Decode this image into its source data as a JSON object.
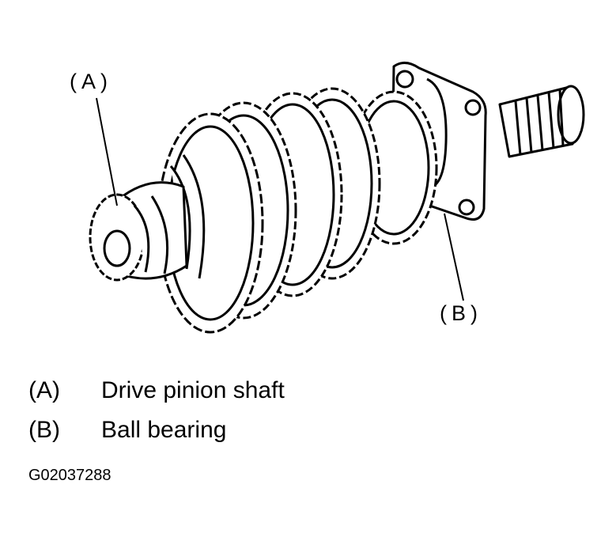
{
  "callouts": {
    "a": "(A)",
    "b": "(B)"
  },
  "legend": [
    {
      "key": "(A)",
      "label": "Drive pinion shaft"
    },
    {
      "key": "(B)",
      "label": "Ball bearing"
    }
  ],
  "figure_code": "G02037288"
}
